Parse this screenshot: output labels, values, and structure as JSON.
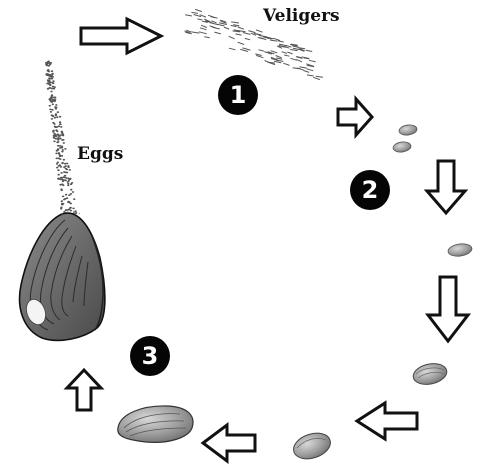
{
  "labels": {
    "veligers": "Veligers",
    "eggs": "Eggs"
  },
  "stages": [
    {
      "number": "1"
    },
    {
      "number": "2"
    },
    {
      "number": "3"
    }
  ],
  "icons": {
    "arrow": "hollow-block-arrow",
    "larva": "veliger-larva",
    "mussel": "zebra-mussel-shell"
  },
  "colors": {
    "outline": "#111111",
    "shell_dark": "#6e6e6e",
    "shell_light": "#b9b9b9",
    "badge": "#050505"
  }
}
